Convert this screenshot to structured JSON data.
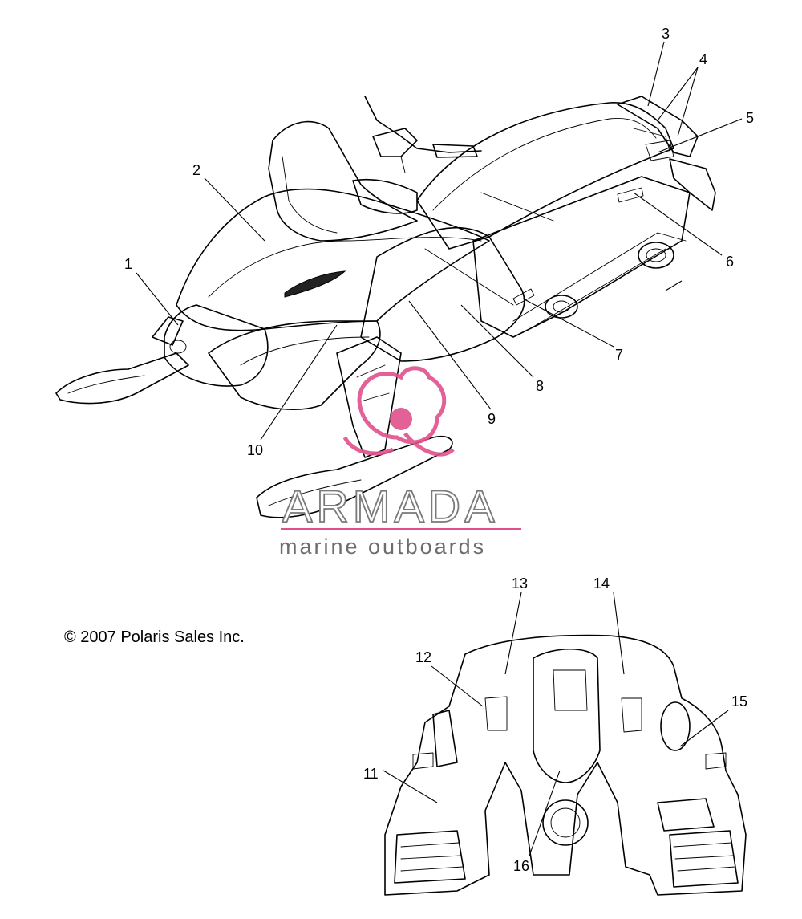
{
  "copyright": "© 2007 Polaris Sales Inc.",
  "watermark": {
    "brand": "ARMADA",
    "tagline": "marine outboards",
    "logo_color": "#e0508c"
  },
  "callouts": [
    "1",
    "2",
    "3",
    "4",
    "5",
    "6",
    "7",
    "8",
    "9",
    "10",
    "11",
    "12",
    "13",
    "14",
    "15",
    "16"
  ]
}
